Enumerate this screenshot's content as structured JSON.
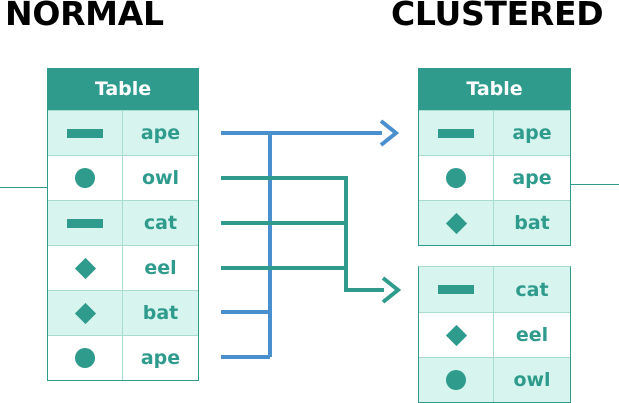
{
  "headings": {
    "normal": "NORMAL",
    "clustered": "CLUSTERED"
  },
  "colors": {
    "teal": "#2e9b8d",
    "blue": "#4a8fce",
    "row_shade": "#d7f5ee",
    "row_border": "#a7dccf"
  },
  "normal_table": {
    "header": "Table",
    "rows": [
      {
        "shape": "bar",
        "label": "ape"
      },
      {
        "shape": "circle",
        "label": "owl"
      },
      {
        "shape": "bar",
        "label": "cat"
      },
      {
        "shape": "diamond",
        "label": "eel"
      },
      {
        "shape": "diamond",
        "label": "bat"
      },
      {
        "shape": "circle",
        "label": "ape"
      }
    ]
  },
  "clustered_tables": [
    {
      "header": "Table",
      "rows": [
        {
          "shape": "bar",
          "label": "ape"
        },
        {
          "shape": "circle",
          "label": "ape"
        },
        {
          "shape": "diamond",
          "label": "bat"
        }
      ]
    },
    {
      "rows": [
        {
          "shape": "bar",
          "label": "cat"
        },
        {
          "shape": "diamond",
          "label": "eel"
        },
        {
          "shape": "circle",
          "label": "owl"
        }
      ]
    }
  ]
}
